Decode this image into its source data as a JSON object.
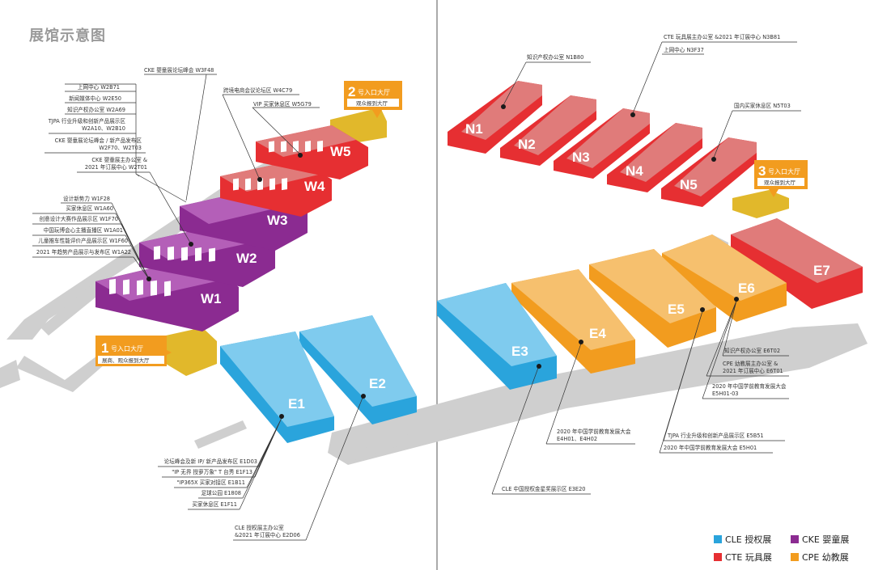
{
  "title": "展馆示意图",
  "colors": {
    "cle": "#2aa4dc",
    "cte": "#e62f32",
    "cke": "#8b2b91",
    "cpe": "#f29c1f",
    "entrance": "#e1b82b",
    "road": "#cfcfcf"
  },
  "halls": {
    "W1": "W1",
    "W2": "W2",
    "W3": "W3",
    "W4": "W4",
    "W5": "W5",
    "N1": "N1",
    "N2": "N2",
    "N3": "N3",
    "N4": "N4",
    "N5": "N5",
    "E1": "E1",
    "E2": "E2",
    "E3": "E3",
    "E4": "E4",
    "E5": "E5",
    "E6": "E6",
    "E7": "E7"
  },
  "entrances": [
    {
      "number": "1",
      "title": "号入口大厅",
      "sub": "展商、观众报到大厅"
    },
    {
      "number": "2",
      "title": "号入口大厅",
      "sub": "观众报到大厅"
    },
    {
      "number": "3",
      "title": "号入口大厅",
      "sub": "观众报到大厅"
    }
  ],
  "labels": {
    "w3f48": "CKE 婴童展论坛峰会  W3F48",
    "w2b71": "上网中心 W2B71",
    "w2e50": "新闻媒体中心 W2E50",
    "w2a69": "知识产权办公室 W2A69",
    "tjpa_1": "TJPA 行业升级和创新产品展示区",
    "tjpa_2": "W2A10、W2B10",
    "cke_forum_1": "CKE 婴童展论坛峰会 / 新产品发布区",
    "cke_forum_2": "W2F70、W2T03",
    "cke_office_1": "CKE 婴童展主办公室 &",
    "cke_office_2": "2021 年订展中心 W2T01",
    "w4c79": "跨境电商会议论坛区 W4C79",
    "w5g79": "VIP 买家休息区 W5G79",
    "w1f28": "设计新势力 W1F28",
    "w1a60": "买家休息区 W1A60",
    "w1f70": "创意设计大赛作品展示区 W1F70",
    "w1a01": "中国玩博会心主播直播区 W1A01",
    "w1f60": "儿童推车性能评价产品展示区 W1F60",
    "w1a22": "2021 年趋势产品展示与发布区 W1A22",
    "n1b80": "知识产权办公室 N1B80",
    "n3b81_1": "CTE 玩具展主办公室 &2021 年订展中心  N3B81",
    "n3f37": "上网中心 N3F37",
    "n5t03": "国内买家休息区 N5T03",
    "e6t02": "知识产权办公室  E6T02",
    "e6t01_1": "CPE 幼教展主办公室 &",
    "e6t01_2": "2021 年订展中心  E6T01",
    "e5h01_1": "2020 年中国学前教育发展大会",
    "e5h01_2": "E5H01-03",
    "e5b51": "TJPA 行业升级和创新产品展示区 E5B51",
    "e5h01": "2020 年中国学前教育发展大会 E5H01",
    "e4h01_1": "2020 年中国学前教育发展大会",
    "e4h01_2": "E4H01、E4H02",
    "e3e20": "CLE 中国授权金星奖展示区 E3E20",
    "e1d03": "论坛峰会及新 IP/ 新产品发布区 E1D03",
    "e1f13": "\"IP 无界 授萝万象\"  T 台秀 E1F13",
    "e1b11": "\"IP365X 买家对接区 E1B11",
    "e1808": "足球公园 E1808",
    "e1f11": "买家休息区  E1F11",
    "e2d06_1": "CLE 授权展主办公室",
    "e2d06_2": "&2021 年订展中心  E2D06"
  },
  "legend": [
    {
      "label": "CLE 授权展",
      "color": "#2aa4dc"
    },
    {
      "label": "CKE 婴童展",
      "color": "#8b2b91"
    },
    {
      "label": "CTE 玩具展",
      "color": "#e62f32"
    },
    {
      "label": "CPE 幼教展",
      "color": "#f29c1f"
    }
  ]
}
